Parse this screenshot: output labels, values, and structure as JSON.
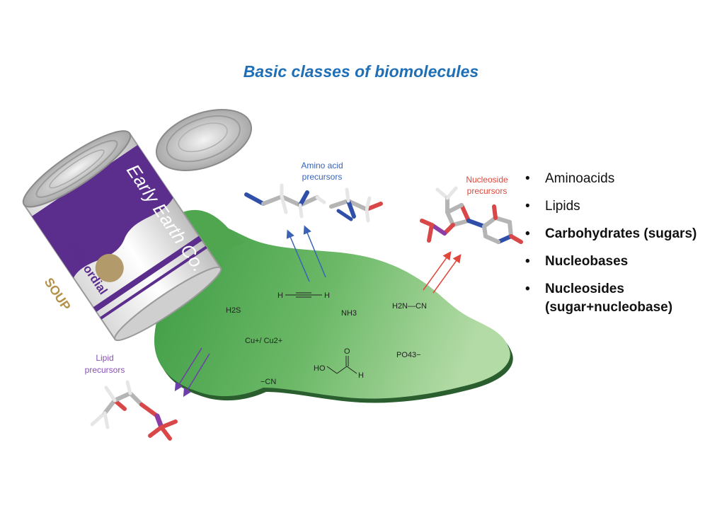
{
  "title": "Basic classes of biomolecules",
  "can": {
    "brand": "Early Earth Co.",
    "product": "Primordial",
    "soup": "SOUP"
  },
  "labels": {
    "amino_acid_precursors_1": "Amino acid",
    "amino_acid_precursors_2": "precursors",
    "nucleoside_precursors_1": "Nucleoside",
    "nucleoside_precursors_2": "precursors",
    "lipid_precursors_1": "Lipid",
    "lipid_precursors_2": "precursors"
  },
  "molecules": {
    "acetylene_h1": "H",
    "acetylene_h2": "H",
    "h2s": "H2S",
    "nh3": "NH3",
    "cyanamide": "H2N—CN",
    "copper": "Cu+/ Cu2+",
    "phosphate": "PO43−",
    "glycolaldehyde_ho": "HO",
    "glycolaldehyde_o": "O",
    "glycolaldehyde_h": "H",
    "cyanide": "−CN"
  },
  "bullets": [
    {
      "text": "Aminoacids",
      "bold": false
    },
    {
      "text": "Lipids",
      "bold": false
    },
    {
      "text": "Carbohydrates (sugars)",
      "bold": true
    },
    {
      "text": "Nucleobases",
      "bold": true
    },
    {
      "text": "Nucleosides",
      "bold": true
    },
    {
      "text": "(sugar+nucleobase)",
      "bold": true
    }
  ],
  "colors": {
    "title": "#1f6fb7",
    "soup_green_dark": "#3c9a42",
    "soup_green_light": "#a6d39a",
    "can_purple": "#5b2d8c",
    "amino_arrow": "#3a63b8",
    "nucleoside_arrow": "#e0463a",
    "lipid_arrow": "#6d3fa8"
  }
}
